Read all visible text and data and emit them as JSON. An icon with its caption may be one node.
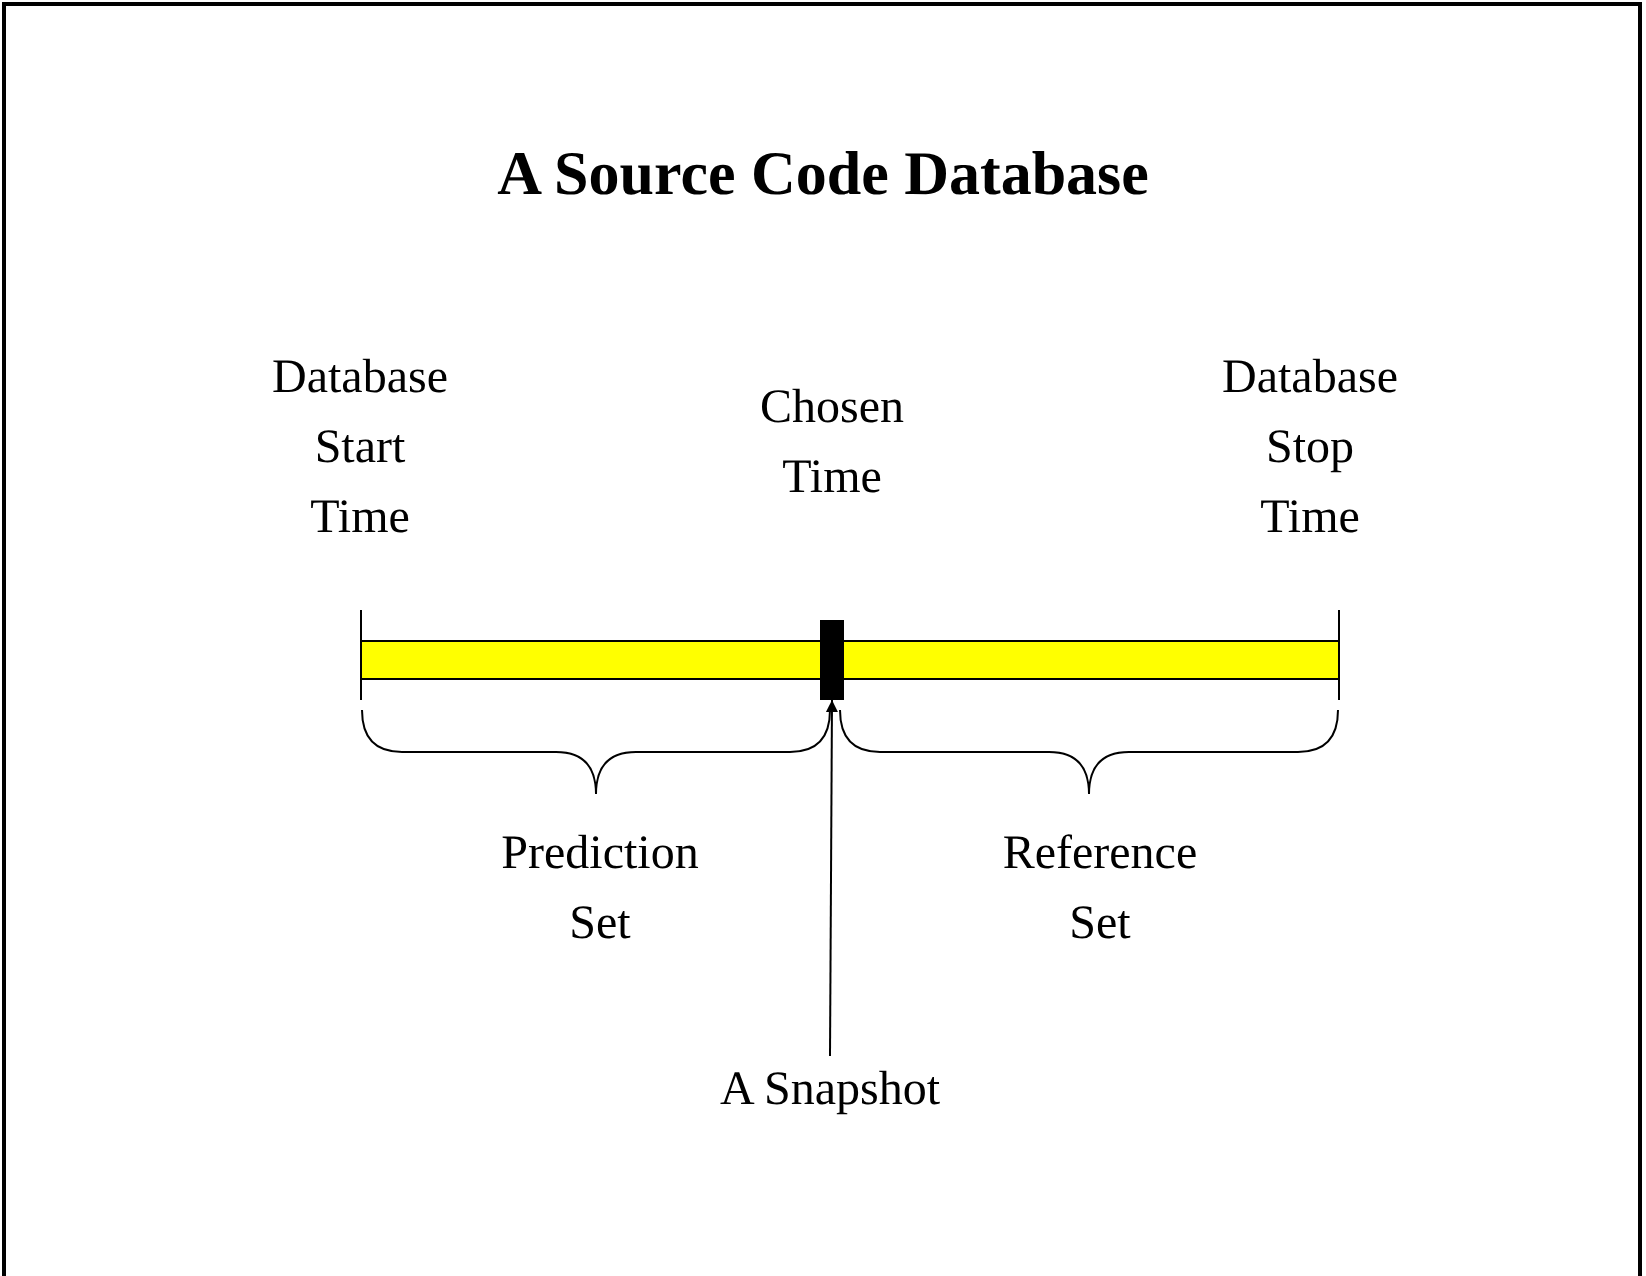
{
  "diagram": {
    "title": "A Source Code Database",
    "nodes": [
      {
        "text": [],
        "shape": "bar"
      },
      {
        "text": [],
        "shape": "bar"
      },
      {
        "text": [
          "A Snapshot"
        ]
      }
    ],
    "edges": [
      {
        "from": 2,
        "to": 1,
        "arrow": "to"
      }
    ],
    "labels": [
      "Database Start Time",
      "Chosen Time",
      "Database Stop Time",
      "Prediction Set",
      "Reference Set"
    ]
  }
}
